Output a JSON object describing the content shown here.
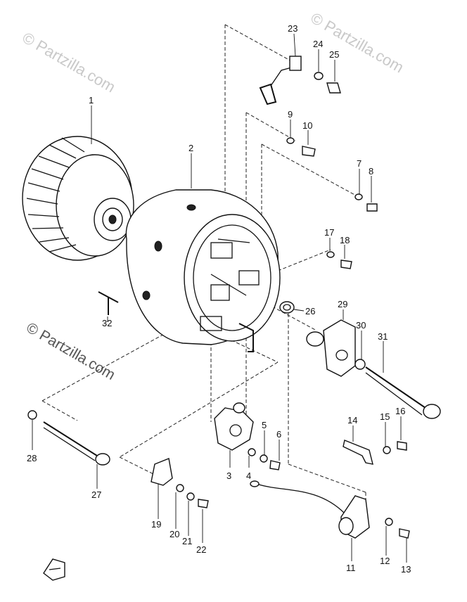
{
  "watermarks": {
    "top_left": "© Partzilla.com",
    "top_right": "© Partzilla.com",
    "middle_left": "© Partzilla.com"
  },
  "callouts": [
    "1",
    "2",
    "3",
    "4",
    "5",
    "6",
    "7",
    "8",
    "9",
    "10",
    "11",
    "12",
    "13",
    "14",
    "15",
    "16",
    "17",
    "18",
    "19",
    "20",
    "21",
    "22",
    "23",
    "24",
    "25",
    "26",
    "27",
    "28",
    "29",
    "30",
    "31",
    "32"
  ],
  "colors": {
    "line": "#111111",
    "background": "#ffffff",
    "watermark": "#c9c9c9"
  },
  "icons": {
    "front_indicator": "arrow-front-icon"
  }
}
